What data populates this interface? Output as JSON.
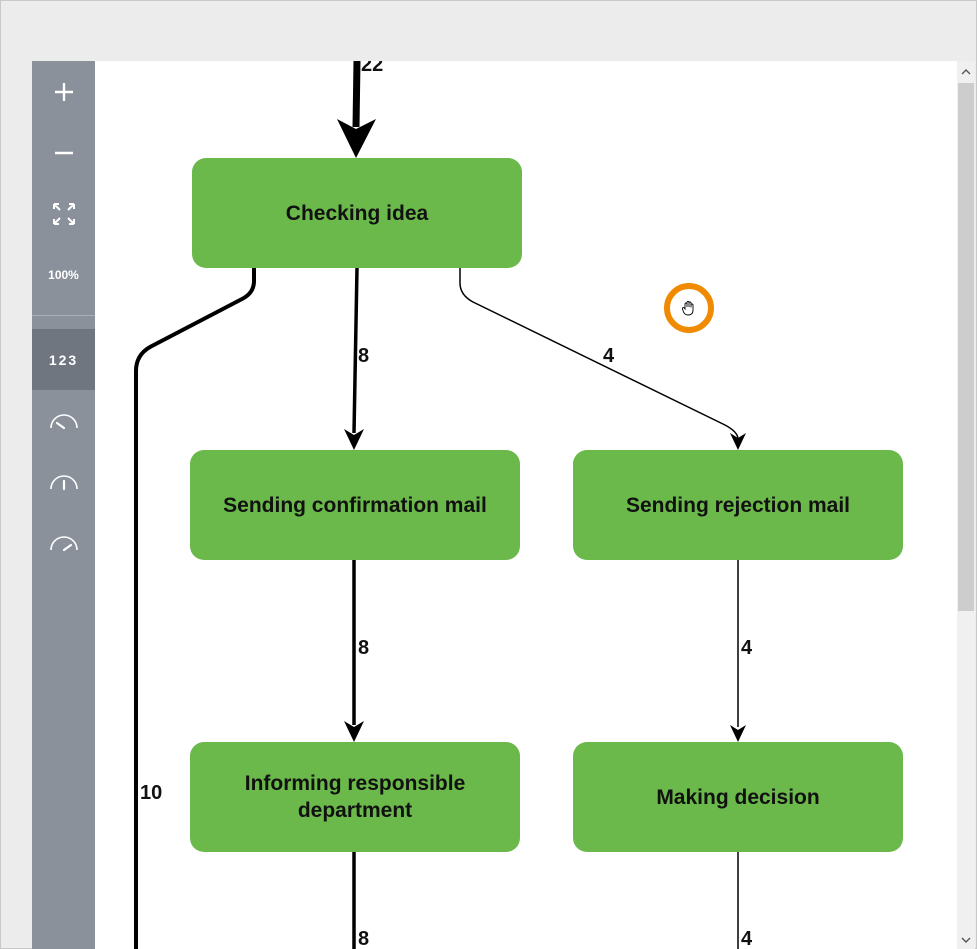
{
  "toolbar": {
    "zoom_in_icon": "plus-icon",
    "zoom_out_icon": "minus-icon",
    "fit_icon": "expand-arrows-icon",
    "zoom_level": "100%",
    "numbers_toggle": "123",
    "speed_icons": [
      "gauge-slow-icon",
      "gauge-medium-icon",
      "gauge-fast-icon"
    ]
  },
  "nodes": {
    "checking_idea": "Checking idea",
    "sending_confirmation": "Sending confirmation mail",
    "sending_rejection": "Sending rejection mail",
    "informing_department": "Informing responsible department",
    "making_decision": "Making decision"
  },
  "edges": {
    "incoming": "22",
    "checking_to_confirmation": "8",
    "checking_to_rejection": "4",
    "confirmation_to_informing": "8",
    "rejection_to_decision": "4",
    "checking_bypass": "10",
    "informing_out": "8",
    "decision_out": "4"
  },
  "colors": {
    "node_fill": "#6ab94a",
    "toolbar": "#8a919b",
    "cursor_ring": "#f08a00"
  },
  "cursor": {
    "icon": "hand-grab-icon"
  }
}
